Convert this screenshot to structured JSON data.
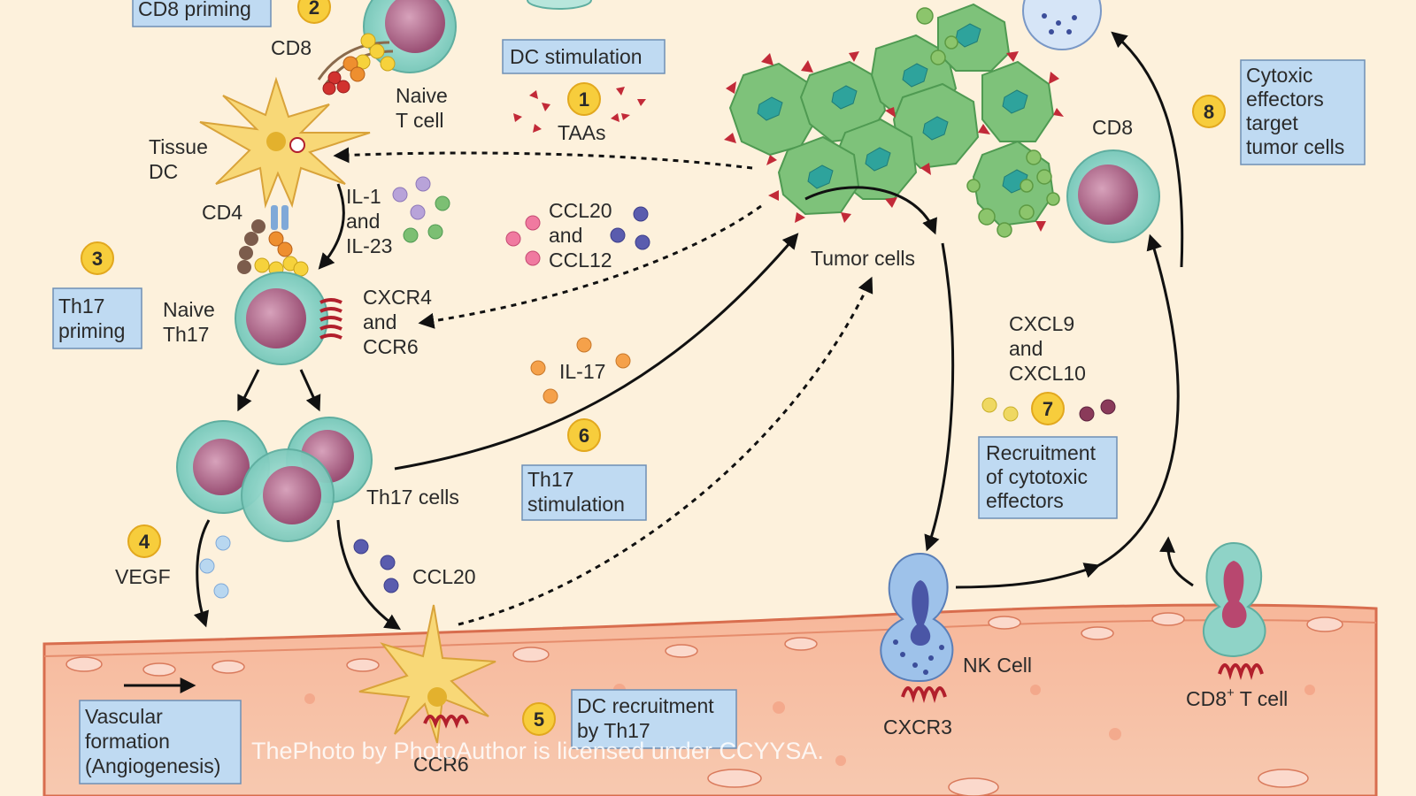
{
  "labels": {
    "cd8_priming": "CD8 priming",
    "cd8_top": "CD8",
    "naive_t_cell_1": "Naive",
    "naive_t_cell_2": "T cell",
    "dc_stimulation": "DC stimulation",
    "taas": "TAAs",
    "tissue_dc_1": "Tissue",
    "tissue_dc_2": "DC",
    "cd4": "CD4",
    "il1_1": "IL-1",
    "il1_2": "and",
    "il1_3": "IL-23",
    "ccl20_ccl12_1": "CCL20",
    "ccl20_ccl12_2": "and",
    "ccl20_ccl12_3": "CCL12",
    "th17_priming_1": "Th17",
    "th17_priming_2": "priming",
    "naive_th17_1": "Naive",
    "naive_th17_2": "Th17",
    "cxcr4_1": "CXCR4",
    "cxcr4_2": "and",
    "cxcr4_3": "CCR6",
    "il17": "IL-17",
    "tumor_cells": "Tumor cells",
    "cd8_right": "CD8",
    "cytox_1": "Cytoxic",
    "cytox_2": "effectors",
    "cytox_3": "target",
    "cytox_4": "tumor cells",
    "cxcl9_1": "CXCL9",
    "cxcl9_2": "and",
    "cxcl9_3": "CXCL10",
    "recruit_1": "Recruitment",
    "recruit_2": "of cytotoxic",
    "recruit_3": "effectors",
    "th17_cells": "Th17 cells",
    "th17_stim_1": "Th17",
    "th17_stim_2": "stimulation",
    "vegf": "VEGF",
    "ccl20": "CCL20",
    "vascular_1": "Vascular",
    "vascular_2": "formation",
    "vascular_3": "(Angiogenesis)",
    "dc_recruit_1": "DC recruitment",
    "dc_recruit_2": "by Th17",
    "ccr6": "CCR6",
    "nk_cell": "NK Cell",
    "cxcr3": "CXCR3",
    "cd8t_pre": "CD8",
    "cd8t_sup": "+",
    "cd8t_post": " T cell"
  },
  "steps": [
    "1",
    "2",
    "3",
    "4",
    "5",
    "6",
    "7",
    "8"
  ],
  "watermark": "ThePhoto by PhotoAuthor is licensed under CCYYSA.",
  "colors": {
    "background": "#fdf1dc",
    "label_box": "#bfdaf2",
    "step_badge": "#f7cd3c",
    "tumor_cell": "#7ec27a",
    "t_cell_outer": "#8fd3c7",
    "t_cell_nucleus": "#b06a8c",
    "dendritic_cell": "#f6d36b",
    "tissue": "#f2a88a"
  }
}
